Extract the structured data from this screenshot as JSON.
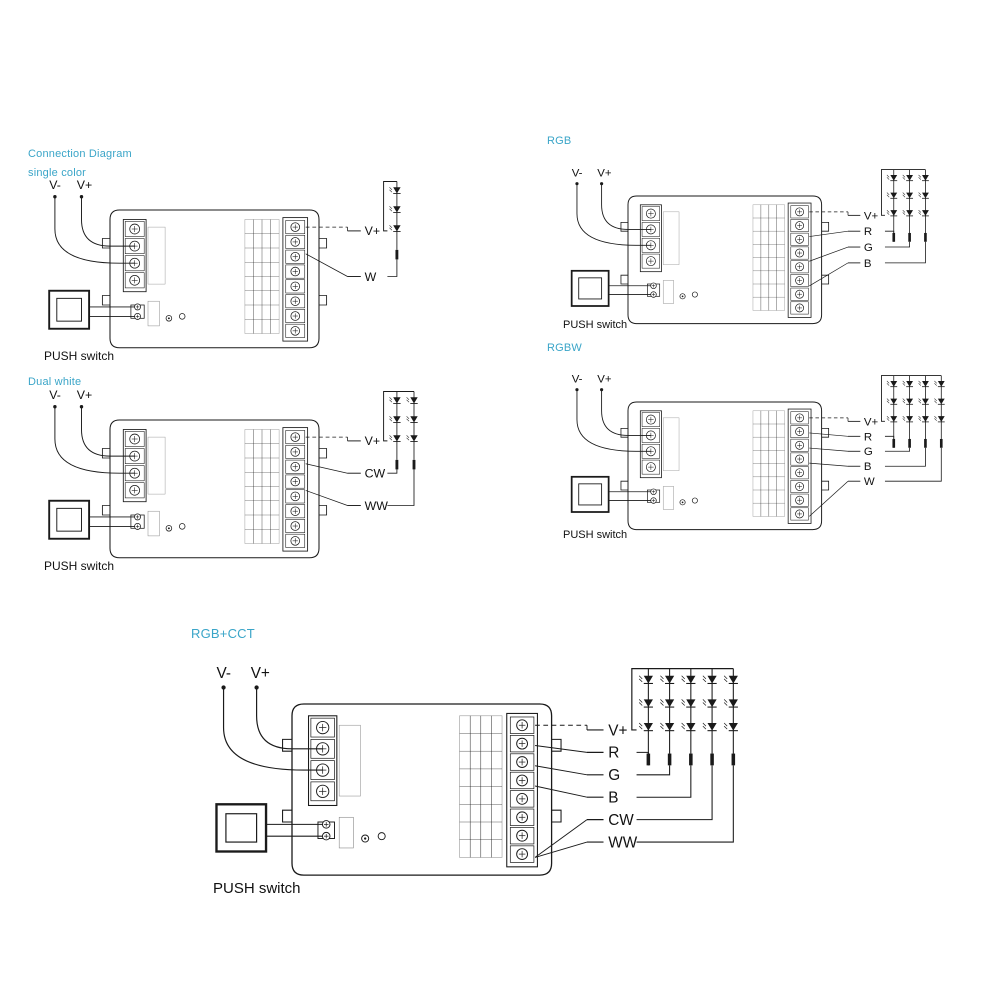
{
  "header": {
    "title": "Connection Diagram"
  },
  "panels": [
    {
      "id": "single",
      "title": "single color",
      "power_labels": [
        "V-",
        "V+"
      ],
      "outputs": [
        "V+",
        "W"
      ],
      "switch_label": "PUSH switch"
    },
    {
      "id": "dual",
      "title": "Dual white",
      "power_labels": [
        "V-",
        "V+"
      ],
      "outputs": [
        "V+",
        "CW",
        "WW"
      ],
      "switch_label": "PUSH switch"
    },
    {
      "id": "rgb",
      "title": "RGB",
      "power_labels": [
        "V-",
        "V+"
      ],
      "outputs": [
        "V+",
        "R",
        "G",
        "B"
      ],
      "switch_label": "PUSH switch"
    },
    {
      "id": "rgbw",
      "title": "RGBW",
      "power_labels": [
        "V-",
        "V+"
      ],
      "outputs": [
        "V+",
        "R",
        "G",
        "B",
        "W"
      ],
      "switch_label": "PUSH switch"
    },
    {
      "id": "rgbcct",
      "title": "RGB+CCT",
      "power_labels": [
        "V-",
        "V+"
      ],
      "outputs": [
        "V+",
        "R",
        "G",
        "B",
        "CW",
        "WW"
      ],
      "switch_label": "PUSH switch"
    }
  ],
  "colors": {
    "title": "#3aa5c8",
    "line": "#1a1a1a",
    "controller_outline": "#333333"
  },
  "icons": [
    "led-icon",
    "terminal-screw-icon",
    "push-switch-icon"
  ]
}
